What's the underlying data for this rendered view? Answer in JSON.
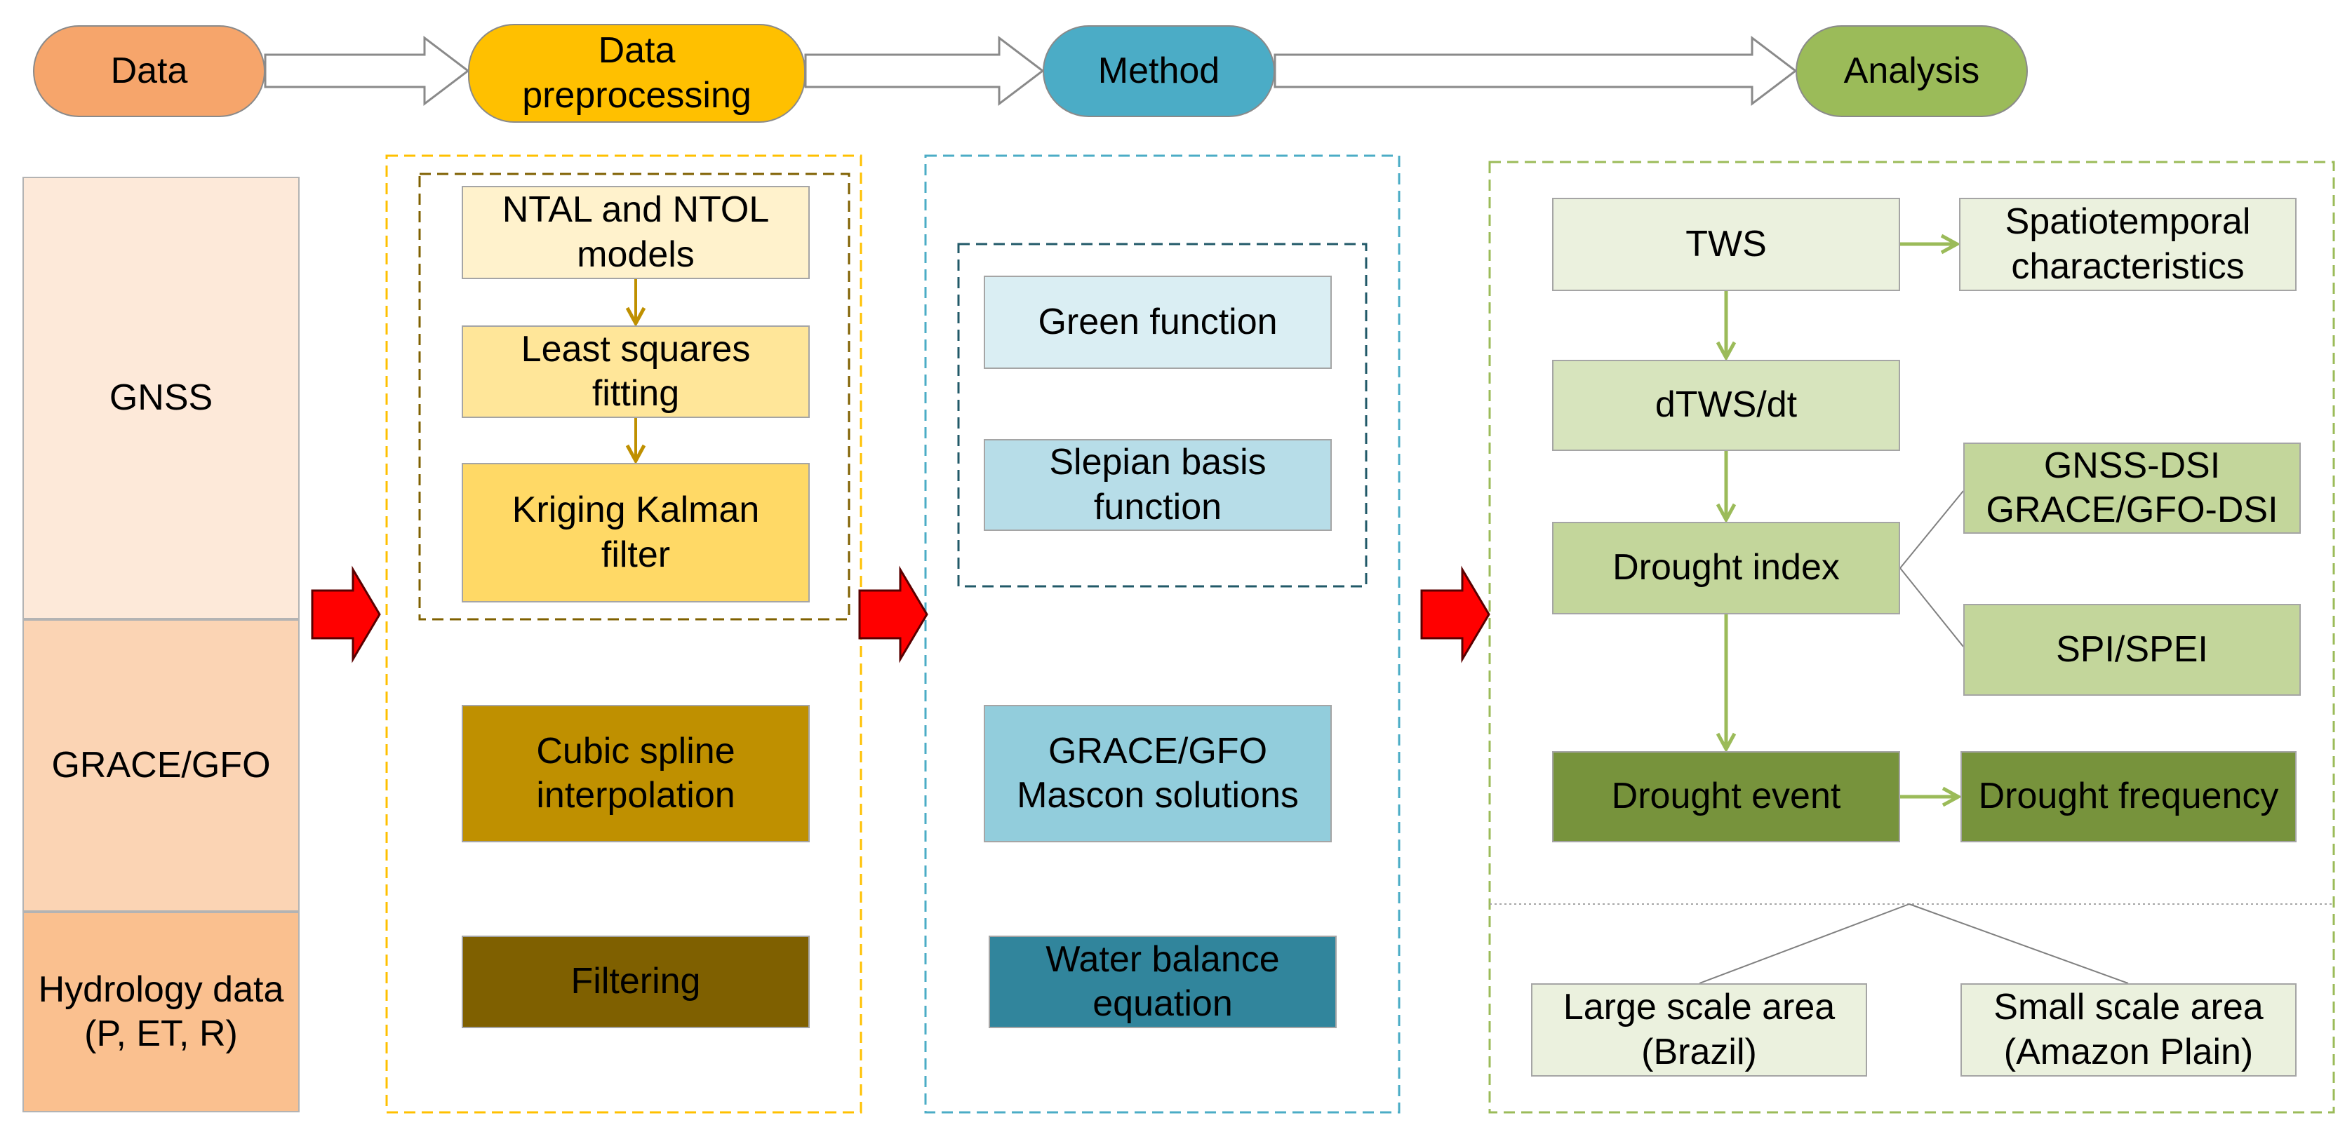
{
  "stages": [
    {
      "lines": [
        "Data"
      ],
      "color": "#f6a56b"
    },
    {
      "lines": [
        "Data",
        "preprocessing"
      ],
      "color": "#ffc000"
    },
    {
      "lines": [
        "Method"
      ],
      "color": "#4bacc6"
    },
    {
      "lines": [
        "Analysis"
      ],
      "color": "#9bbb59"
    }
  ],
  "data_sources": [
    {
      "lines": [
        "GNSS"
      ],
      "color": "#fde9d9"
    },
    {
      "lines": [
        "GRACE/GFO"
      ],
      "color": "#fbd4b4"
    },
    {
      "lines": [
        "Hydrology data",
        "(P, ET, R)"
      ],
      "color": "#fac08f"
    }
  ],
  "preprocessing": {
    "frame_color": "#ffc000",
    "group_frame_color": "#7f6000",
    "arrow_color": "#bf9000",
    "steps": [
      {
        "lines": [
          "NTAL and NTOL",
          "models"
        ],
        "color": "#fff2cc"
      },
      {
        "lines": [
          "Least squares",
          "fitting"
        ],
        "color": "#ffe699"
      },
      {
        "lines": [
          "Kriging Kalman",
          "filter"
        ],
        "color": "#ffd966"
      },
      {
        "lines": [
          "Cubic spline",
          "interpolation"
        ],
        "color": "#bf9000"
      },
      {
        "lines": [
          "Filtering"
        ],
        "color": "#7f6000"
      }
    ]
  },
  "method": {
    "frame_color": "#4bacc6",
    "group_frame_color": "#215968",
    "steps": [
      {
        "lines": [
          "Green function"
        ],
        "color": "#daeef3"
      },
      {
        "lines": [
          "Slepian basis",
          "function"
        ],
        "color": "#b7dde8"
      },
      {
        "lines": [
          "GRACE/GFO",
          "Mascon solutions"
        ],
        "color": "#92cddc"
      },
      {
        "lines": [
          "Water balance",
          "equation"
        ],
        "color": "#31859c"
      }
    ]
  },
  "analysis": {
    "frame_color": "#9bbb59",
    "arrow_color": "#9bbb59",
    "tws": {
      "lines": [
        "TWS"
      ],
      "color": "#ebf1de"
    },
    "spatiotemporal": {
      "lines": [
        "Spatiotemporal",
        "characteristics"
      ],
      "color": "#ebf1de"
    },
    "dtws": {
      "lines": [
        "dTWS/dt"
      ],
      "color": "#d7e4bd"
    },
    "drought_index": {
      "lines": [
        "Drought index"
      ],
      "color": "#c3d69b"
    },
    "dsi": {
      "lines": [
        "GNSS-DSI",
        "GRACE/GFO-DSI"
      ],
      "color": "#c3d69b"
    },
    "spi": {
      "lines": [
        "SPI/SPEI"
      ],
      "color": "#c3d69b"
    },
    "drought_event": {
      "lines": [
        "Drought event"
      ],
      "color": "#77933c"
    },
    "drought_frequency": {
      "lines": [
        "Drought frequency"
      ],
      "color": "#77933c"
    },
    "large_area": {
      "lines": [
        "Large scale area",
        "(Brazil)"
      ],
      "color": "#ebf1de"
    },
    "small_area": {
      "lines": [
        "Small scale area",
        "(Amazon Plain)"
      ],
      "color": "#ebf1de"
    }
  }
}
